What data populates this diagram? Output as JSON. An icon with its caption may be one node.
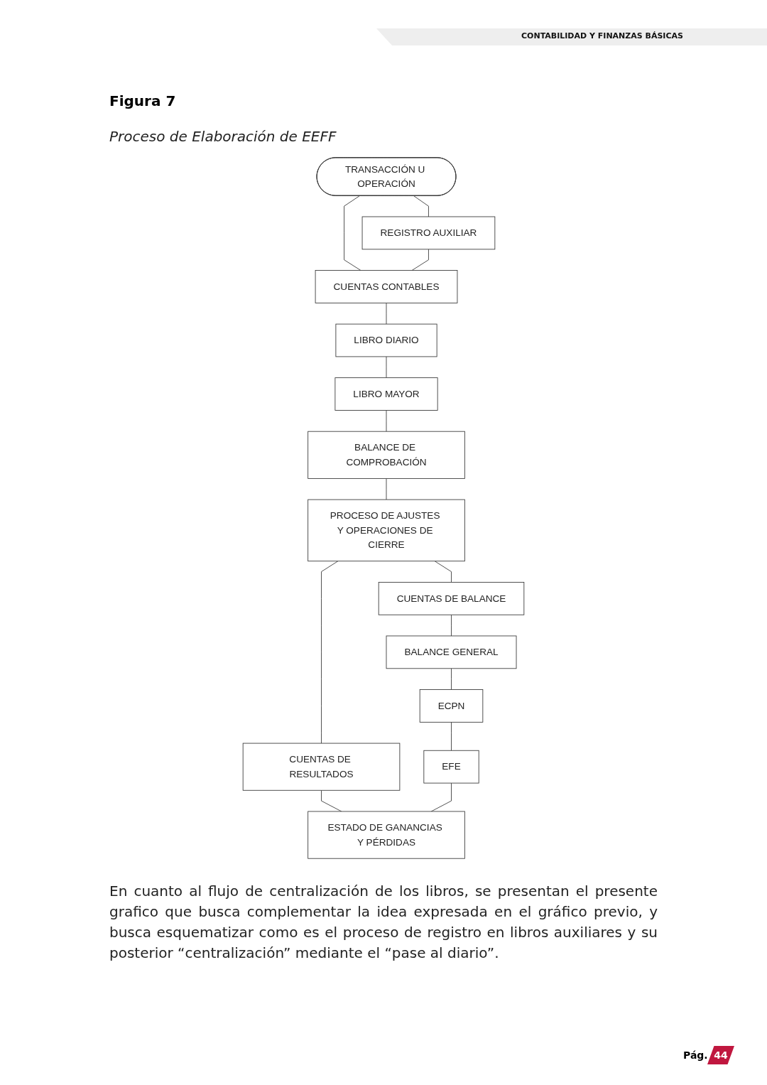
{
  "diagram": {
    "title": "Figura 7",
    "caption": "Proceso de Elaboración de EEFF",
    "nodes": [
      {
        "text": [
          "TRANSACCIÓN U OPERACIÓN"
        ]
      },
      {
        "text": [
          "REGISTRO AUXILIAR"
        ]
      },
      {
        "text": [
          "CUENTAS CONTABLES"
        ]
      },
      {
        "text": [
          "LIBRO DIARIO"
        ]
      },
      {
        "text": [
          "LIBRO MAYOR"
        ]
      },
      {
        "text": [
          "BALANCE DE COMPROBACIÓN"
        ]
      },
      {
        "text": [
          "PROCESO DE AJUSTES Y OPERACIONES DE CIERRE"
        ]
      },
      {
        "text": [
          "CUENTAS DE BALANCE"
        ]
      },
      {
        "text": [
          "CUENTAS DE RESULTADOS"
        ]
      },
      {
        "text": [
          "BALANCE GENERAL"
        ]
      },
      {
        "text": [
          "ECPN"
        ]
      },
      {
        "text": [
          "EFE"
        ]
      },
      {
        "text": [
          "ESTADO DE GANANCIAS Y PÉRDIDAS"
        ]
      }
    ],
    "edges": [
      {
        "from": 0,
        "to": 1,
        "arrow": "none"
      },
      {
        "from": 0,
        "to": 2,
        "arrow": "none"
      },
      {
        "from": 1,
        "to": 2,
        "arrow": "none"
      },
      {
        "from": 2,
        "to": 3,
        "arrow": "none"
      },
      {
        "from": 3,
        "to": 4,
        "arrow": "none"
      },
      {
        "from": 4,
        "to": 5,
        "arrow": "none"
      },
      {
        "from": 5,
        "to": 6,
        "arrow": "none"
      },
      {
        "from": 6,
        "to": 7,
        "arrow": "none"
      },
      {
        "from": 6,
        "to": 8,
        "arrow": "none"
      },
      {
        "from": 7,
        "to": 9,
        "arrow": "none"
      },
      {
        "from": 8,
        "to": 12,
        "arrow": "none"
      },
      {
        "from": 9,
        "to": 10,
        "arrow": "none"
      },
      {
        "from": 10,
        "to": 11,
        "arrow": "none"
      },
      {
        "from": 11,
        "to": 12,
        "arrow": "none"
      }
    ],
    "labels": [
      "CONTABILIDAD Y FINANZAS BÁSICAS",
      "En cuanto al flujo de centralización de los libros, se presentan el presente grafico que busca complementar la idea expresada en el gráfico previo, y busca esquematizar como es el proceso de registro en libros auxiliares y su posterior “centralización” mediante el “pase al diario”.",
      "Pág.",
      "44"
    ]
  }
}
